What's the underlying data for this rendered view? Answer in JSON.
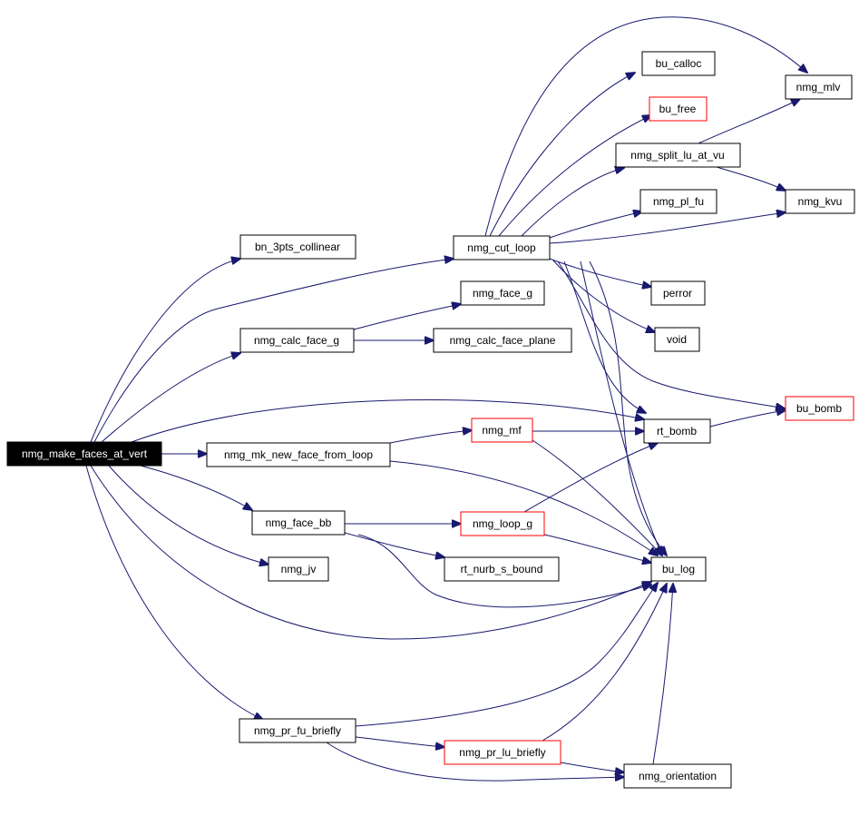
{
  "colors": {
    "edge": "#191970",
    "node_border": "#000000",
    "node_border_highlight": "#ff0000",
    "root_fill": "#000000",
    "root_text": "#ffffff"
  },
  "nodes": {
    "nmg_make_faces_at_vert": "nmg_make_faces_at_vert",
    "bn_3pts_collinear": "bn_3pts_collinear",
    "nmg_cut_loop": "nmg_cut_loop",
    "bu_calloc": "bu_calloc",
    "bu_free": "bu_free",
    "nmg_split_lu_at_vu": "nmg_split_lu_at_vu",
    "nmg_pl_fu": "nmg_pl_fu",
    "nmg_mlv": "nmg_mlv",
    "nmg_kvu": "nmg_kvu",
    "perror": "perror",
    "void": "void",
    "bu_bomb": "bu_bomb",
    "nmg_face_g": "nmg_face_g",
    "nmg_calc_face_g": "nmg_calc_face_g",
    "nmg_calc_face_plane": "nmg_calc_face_plane",
    "nmg_mf": "nmg_mf",
    "rt_bomb": "rt_bomb",
    "nmg_mk_new_face_from_loop": "nmg_mk_new_face_from_loop",
    "nmg_face_bb": "nmg_face_bb",
    "nmg_loop_g": "nmg_loop_g",
    "rt_nurb_s_bound": "rt_nurb_s_bound",
    "nmg_jv": "nmg_jv",
    "bu_log": "bu_log",
    "nmg_pr_fu_briefly": "nmg_pr_fu_briefly",
    "nmg_pr_lu_briefly": "nmg_pr_lu_briefly",
    "nmg_orientation": "nmg_orientation"
  }
}
